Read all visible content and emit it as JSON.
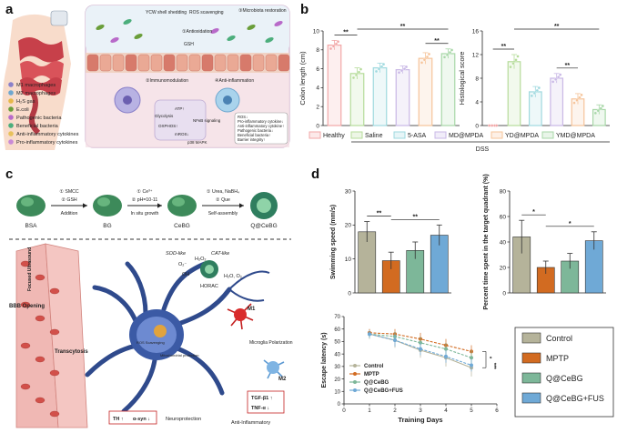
{
  "panels": {
    "a": "a",
    "b": "b",
    "c": "c",
    "d": "d"
  },
  "panel_a": {
    "legend": [
      "M1 macrophages",
      "M2 macrophages",
      "H₂S gas",
      "E.coli",
      "Pathogenic bacteria",
      "Beneficial bacteria",
      "Anti-inflammatory cytokines",
      "Pro-inflammatory cytokines"
    ],
    "labels": {
      "ycw": "YCW shell shedding",
      "ros": "ROS scavenging",
      "microbiota": "③Microbiota restoration",
      "antioxidation": "①Antioxidation",
      "gsh": "GSH",
      "immuno": "②Immunomodulation",
      "antiinflam": "④Anti-inflammation",
      "glycolysis": "Glycolysis",
      "atp": "ATP↑",
      "oxphos": "OXPHOS↑",
      "nrost": "mROS↓",
      "nfkb": "NFκB signaling",
      "p38": "p38 MAPK"
    },
    "effects": [
      "ROS↓",
      "Pro-inflammatory cytokine↓",
      "Anti-inflammatory cytokine↑",
      "Pathogenic bacteria↓",
      "Beneficial bacteria↑",
      "Barrier integrity↑"
    ]
  },
  "panel_c": {
    "steps": [
      {
        "product": "BSA",
        "top": "① SMCC",
        "bottom": "② GSH",
        "arrow": "Addition"
      },
      {
        "product": "BG",
        "top": "① Ce³⁺",
        "bottom": "② pH=10-11",
        "arrow": "In situ growth"
      },
      {
        "product": "CeBG",
        "top": "① Urea, NaBH₄",
        "bottom": "② Que",
        "arrow": "Self-assembly"
      },
      {
        "product": "Q@CeBG",
        "top": "",
        "bottom": "",
        "arrow": ""
      }
    ],
    "labels": {
      "fus": "Focused Ultrasound",
      "bbb": "BBB Opening",
      "transcytosis": "Transcytosis",
      "sod": "SOD-like",
      "cat": "CAT-like",
      "horac": "HORAC",
      "o2": "O₂⁻",
      "oh": "OH",
      "h2o2": "H₂O₂",
      "products": "H₂O, O₂",
      "m1": "M1",
      "m2": "M2",
      "microglia": "Microglia Polarization",
      "tgf": "TGF-β1 ↑",
      "tnf": "TNF-α ↓",
      "antiinflam": "Anti-Inflammatory",
      "neuroprot": "Neuroprotection",
      "th": "TH ↑",
      "asyn": "α-syn ↓",
      "mito": "Mitochondrial protection",
      "ros_scav": "ROS Scavenging"
    }
  },
  "chart_data": [
    {
      "type": "bar",
      "ylabel": "Colon length (cm)",
      "ylim": [
        0,
        10
      ],
      "yticks": [
        0,
        2,
        4,
        6,
        8,
        10
      ],
      "categories": [
        "Healthy",
        "Saline",
        "5-ASA",
        "MD@MPDA",
        "YD@MPDA",
        "YMD@MPDA"
      ],
      "values": [
        8.5,
        5.5,
        6.1,
        5.9,
        7.1,
        7.6
      ],
      "errors": [
        0.5,
        0.6,
        0.5,
        0.4,
        0.6,
        0.5
      ],
      "colors": [
        "#f2a7a7",
        "#b6dc9b",
        "#9fd9df",
        "#c9b8e6",
        "#f6c49a",
        "#a8d7a8"
      ],
      "significance": [
        {
          "from": 0,
          "to": 1,
          "label": "**"
        },
        {
          "from": 1,
          "to": 5,
          "label": "**"
        },
        {
          "from": 4,
          "to": 5,
          "label": "**"
        }
      ]
    },
    {
      "type": "bar",
      "ylabel": "Histological score",
      "ylim": [
        0,
        16
      ],
      "yticks": [
        0,
        4,
        8,
        12,
        16
      ],
      "categories": [
        "Healthy",
        "Saline",
        "5-ASA",
        "MD@MPDA",
        "YD@MPDA",
        "YMD@MPDA"
      ],
      "values": [
        0,
        10.8,
        5.7,
        8.0,
        4.5,
        2.7
      ],
      "errors": [
        0,
        1.2,
        0.9,
        0.8,
        0.9,
        0.8
      ],
      "colors": [
        "#f2a7a7",
        "#b6dc9b",
        "#9fd9df",
        "#c9b8e6",
        "#f6c49a",
        "#a8d7a8"
      ],
      "significance": [
        {
          "from": 0,
          "to": 1,
          "label": "**"
        },
        {
          "from": 1,
          "to": 5,
          "label": "**"
        },
        {
          "from": 3,
          "to": 4,
          "label": "**"
        }
      ]
    },
    {
      "type": "bar",
      "ylabel": "Swimming speed (mm/s)",
      "ylim": [
        0,
        30
      ],
      "yticks": [
        0,
        10,
        20,
        30
      ],
      "categories": [
        "Control",
        "MPTP",
        "Q@CeBG",
        "Q@CeBG+FUS"
      ],
      "values": [
        18,
        9.5,
        12.5,
        17
      ],
      "errors": [
        3,
        2.5,
        2.5,
        3
      ],
      "colors": [
        "#b5b39a",
        "#d26b21",
        "#7db799",
        "#6fa9d6"
      ],
      "significance": [
        {
          "from": 0,
          "to": 1,
          "label": "**"
        },
        {
          "from": 1,
          "to": 3,
          "label": "**"
        }
      ]
    },
    {
      "type": "bar",
      "ylabel": "Percent time spent in the target quadrant (%)",
      "ylim": [
        0,
        80
      ],
      "yticks": [
        0,
        20,
        40,
        60,
        80
      ],
      "categories": [
        "Control",
        "MPTP",
        "Q@CeBG",
        "Q@CeBG+FUS"
      ],
      "values": [
        44,
        20,
        25,
        41
      ],
      "errors": [
        13,
        5,
        6,
        7
      ],
      "colors": [
        "#b5b39a",
        "#d26b21",
        "#7db799",
        "#6fa9d6"
      ],
      "significance": [
        {
          "from": 0,
          "to": 1,
          "label": "*"
        },
        {
          "from": 1,
          "to": 3,
          "label": "*"
        }
      ]
    },
    {
      "type": "line",
      "ylabel": "Escape latency (s)",
      "xlabel": "Training Days",
      "xlim": [
        0,
        6
      ],
      "ylim": [
        0,
        70
      ],
      "xticks": [
        0,
        1,
        2,
        3,
        4,
        5,
        6
      ],
      "yticks": [
        0,
        10,
        20,
        30,
        40,
        50,
        60,
        70
      ],
      "x": [
        1,
        2,
        3,
        4,
        5
      ],
      "series": [
        {
          "name": "Control",
          "color": "#b5b39a",
          "values": [
            56,
            51,
            43,
            37,
            29
          ],
          "errors": [
            4,
            6,
            6,
            7,
            7
          ]
        },
        {
          "name": "MPTP",
          "color": "#d26b21",
          "values": [
            57,
            56,
            52,
            47,
            42
          ],
          "errors": [
            3,
            4,
            5,
            5,
            5
          ]
        },
        {
          "name": "Q@CeBG",
          "color": "#7db799",
          "values": [
            56,
            54,
            49,
            44,
            37
          ],
          "errors": [
            3,
            4,
            5,
            5,
            6
          ]
        },
        {
          "name": "Q@CeBG+FUS",
          "color": "#6fa9d6",
          "values": [
            56,
            51,
            44,
            38,
            31
          ],
          "errors": [
            3,
            5,
            5,
            5,
            5
          ]
        }
      ],
      "significance": [
        {
          "label": "*"
        },
        {
          "label": "***"
        }
      ]
    }
  ],
  "legend_b": {
    "items": [
      "Healthy",
      "Saline",
      "5-ASA",
      "MD@MPDA",
      "YD@MPDA",
      "YMD@MPDA"
    ],
    "group": "DSS"
  },
  "legend_d": [
    "Control",
    "MPTP",
    "Q@CeBG",
    "Q@CeBG+FUS"
  ]
}
